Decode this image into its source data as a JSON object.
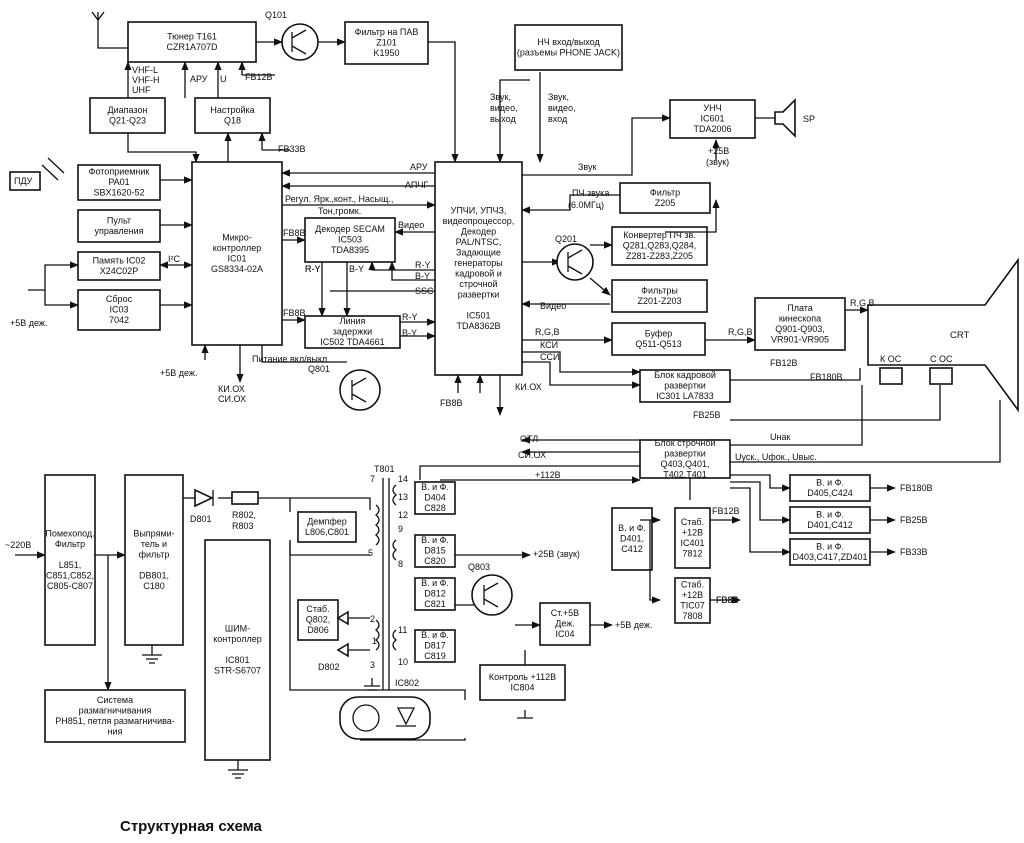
{
  "caption": "Структурная схема",
  "blocks": {
    "tuner": [
      "Тюнер T161",
      "CZR1A707D"
    ],
    "saw": [
      "Фильтр на ПАВ",
      "Z101",
      "K1950"
    ],
    "audio_io": [
      "НЧ вход/выход",
      "(разъемы PHONE JACK)"
    ],
    "band": [
      "Диапазон",
      "Q21-Q23"
    ],
    "tuning": [
      "Настройка",
      "Q18"
    ],
    "ir": [
      "Фотоприемник",
      "PA01",
      "SBX1620-52"
    ],
    "panel": [
      "Пульт",
      "управления"
    ],
    "mem": [
      "Память IC02",
      "X24C02P"
    ],
    "reset": [
      "Сброс",
      "IC03",
      "7042"
    ],
    "mcu": [
      "Микро-",
      "контроллер",
      "IC01",
      "GS8334-02A"
    ],
    "secam": [
      "Декодер SECAM",
      "IC503",
      "TDA8395"
    ],
    "delay": [
      "Линия",
      "задержки",
      "IC502 TDA4661"
    ],
    "main_ic": [
      "УПЧИ, УПЧЗ,",
      "видеопроцессор,",
      "Декодер",
      "PAL/NTSC,",
      "Задающие",
      "генераторы",
      "кадровой и",
      "строчной",
      "развертки",
      "",
      "IC501",
      "TDA8362B"
    ],
    "amp": [
      "УНЧ",
      "IC601",
      "TDA2006"
    ],
    "filter205": [
      "Фильтр",
      "Z205"
    ],
    "conv": [
      "Конвертер ПЧ зв.",
      "Q281,Q283,Q284,",
      "Z281-Z283,Z205"
    ],
    "filters": [
      "Фильтры",
      "Z201-Z203"
    ],
    "buffer": [
      "Буфер",
      "Q511-Q513"
    ],
    "kine": [
      "Плата",
      "кинескопа",
      "Q901-Q903,",
      "VR901-VR905"
    ],
    "vert": [
      "Блок кадровой",
      "развертки",
      "IC301 LA7833"
    ],
    "horiz": [
      "Блок строчной",
      "развертки",
      "Q403,Q401,",
      "T402,T401"
    ],
    "rect1": [
      "В. и Ф.",
      "D405,C424"
    ],
    "rect2": [
      "В. и Ф.",
      "D401,C412"
    ],
    "rect3": [
      "В. и Ф.",
      "D403,C417,ZD401"
    ],
    "rect4": [
      "В. и Ф.",
      "D401,",
      "C412"
    ],
    "stab12a": [
      "Стаб.",
      "+12В",
      "IC401",
      "7812"
    ],
    "stab12b": [
      "Стаб.",
      "+12В",
      "TIC07",
      "7808"
    ],
    "noise": [
      "Помехопод.",
      "Фильтр",
      "",
      "L851,",
      "C851,C852,",
      "C805-C807"
    ],
    "rectifier": [
      "Выпрями-",
      "тель и",
      "фильтр",
      "",
      "DB801,",
      "C180"
    ],
    "damper": [
      "Демпфер",
      "L806,C801"
    ],
    "pwm": [
      "ШИМ-",
      "контроллер",
      "",
      "IC801",
      "STR-S6707"
    ],
    "stab802": [
      "Стаб.",
      "Q802,",
      "D806"
    ],
    "vf1": [
      "В. и Ф.",
      "D404",
      "C828"
    ],
    "vf2": [
      "В. и Ф.",
      "D815",
      "C820"
    ],
    "vf3": [
      "В. и Ф.",
      "D812",
      "C821"
    ],
    "vf4": [
      "В. и Ф.",
      "D817",
      "C819"
    ],
    "st5": [
      "Ст.+5В",
      "Деж.",
      "IC04"
    ],
    "ctrl": [
      "Контроль +112В",
      "IC804"
    ],
    "degauss": [
      "Система",
      "размагничивания",
      "PH851, петля размагничива-",
      "ния"
    ],
    "crt": "CRT"
  },
  "labels": {
    "q101": "Q101",
    "vhfl": "VHF-L",
    "vhfh": "VHF-H",
    "uhf": "UHF",
    "aru_t": "АРУ",
    "u": "U",
    "fb12_t": "FB12В",
    "fb33_t": "FB33В",
    "pdu": "ПДУ",
    "i2c": "I²C",
    "plus5_left": "+5В деж.",
    "plus5_mcu": "+5В деж.",
    "power": "Питание вкл/выкл",
    "ki_ox": "КИ.ОХ",
    "si_ox": "СИ.ОХ",
    "q801": "Q801",
    "fb8a": "FB8B",
    "fb8b": "FB8B",
    "fb8c": "FB8B",
    "fb8d": "FB8B",
    "video1": "Видео",
    "ry1": "R-Y",
    "by1": "B-Y",
    "ry2": "R-Y",
    "by2": "B-Y",
    "ssc": "SSC",
    "ry3": "R-Y",
    "by3": "B-Y",
    "ry4": "R-Y",
    "aru": "АРУ",
    "aptch": "АПЧГ",
    "regul": "Регул. Ярк.,конт., Насыщ.,",
    "tone": "Тон,громк.",
    "sound1": "Звук,",
    "video_s": "видео,",
    "out": "выход",
    "sound2": "Звук,",
    "video_s2": "видео,",
    "in": "вход",
    "sound3": "Звук",
    "pch": "ПЧ звука",
    "pch_f": "(6.0МГц)",
    "q201": "Q201",
    "video2": "Видео",
    "rgb1": "R,G,B",
    "rgb2": "R,G,B",
    "rgb3": "R,G,B",
    "ksi": "КСИ",
    "ssi": "ССИ",
    "ki_ox2": "КИ.ОХ",
    "otl": "ОТЛ",
    "si_ox2": "СИ.ОХ",
    "unak": "Uнак",
    "uusk": "Uуск., Uфок., Uвыс.",
    "plus25": "+25В",
    "zvuk": "(звук)",
    "sp": "SP",
    "fb12_k": "FB12В",
    "fb180": "FB180В",
    "ko": "К ОС",
    "so": "С ОС",
    "fb25": "FB25В",
    "out_fb180": "FB180В",
    "out_fb25": "FB25В",
    "out_fb33": "FB33В",
    "out_fb12": "FB12В",
    "out_fb8": "FB8В",
    "plus112": "+112В",
    "plus25z": "+25В (звук)",
    "plus5d": "+5В деж.",
    "mains": "~220В",
    "d801": "D801",
    "r802": "R802,",
    "r803": "R803",
    "t801": "T801",
    "d802": "D802",
    "q803": "Q803",
    "ic802": "IC802",
    "p7": "7",
    "p5": "5",
    "p14": "14",
    "p13": "13",
    "p12": "12",
    "p9": "9",
    "p8": "8",
    "p11": "11",
    "p10": "10",
    "p2": "2",
    "p1": "1",
    "p3": "3"
  }
}
